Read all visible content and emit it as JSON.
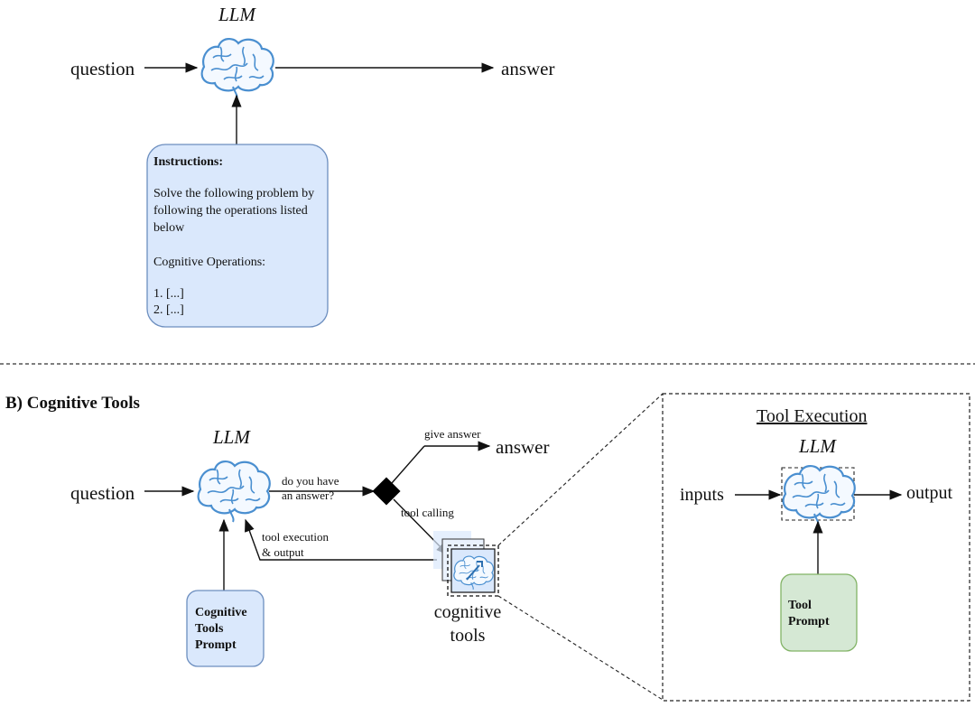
{
  "top": {
    "llm_label": "LLM",
    "question": "question",
    "answer": "answer",
    "instructions": {
      "heading": "Instructions:",
      "line1": "Solve the following problem by",
      "line2": "following the operations listed",
      "line3": "below",
      "line4": "Cognitive Operations:",
      "item1": "1. [...]",
      "item2": "2. [...]"
    }
  },
  "bottom": {
    "section_title": "B) Cognitive Tools",
    "llm_label": "LLM",
    "question": "question",
    "answer": "answer",
    "give_answer": "give answer",
    "decision_q1": "do you have",
    "decision_q2": "an answer?",
    "tool_calling": "tool calling",
    "tool_exec_1": "tool execution",
    "tool_exec_2": "& output",
    "prompt_box": [
      "Cognitive",
      "Tools",
      "Prompt"
    ],
    "cognitive_tools": [
      "cognitive",
      "tools"
    ]
  },
  "tool_panel": {
    "title": "Tool Execution",
    "llm_label": "LLM",
    "inputs": "inputs",
    "output": "output",
    "prompt_box": [
      "Tool",
      "Prompt"
    ]
  },
  "colors": {
    "blue_fill": "#dae8fc",
    "blue_stroke": "#6c8ebf",
    "green_fill": "#d5e8d4",
    "green_stroke": "#82b366",
    "brain": "#4a8fd0"
  },
  "icons": [
    "brain-icon",
    "wrench-brain-icon",
    "decision-diamond"
  ]
}
